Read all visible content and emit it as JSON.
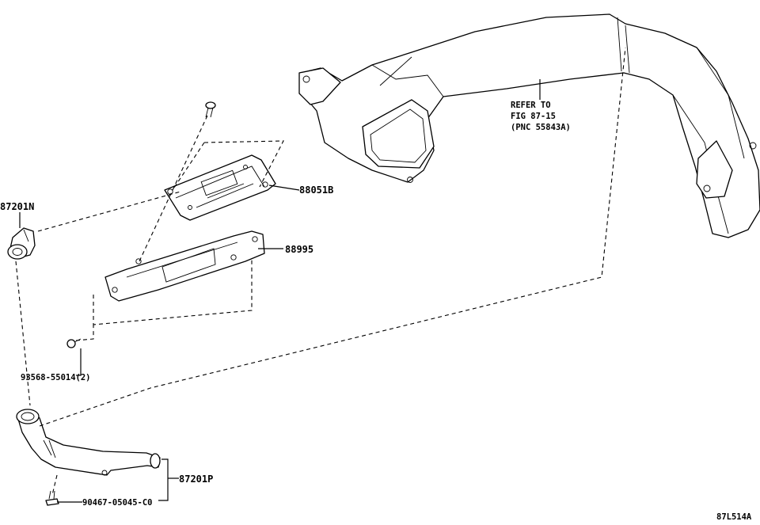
{
  "labels": {
    "p88051B": "88051B",
    "p88995": "88995",
    "p87201N": "87201N",
    "p87201P": "87201P",
    "p93568": "93568-55014(2)",
    "p90467": "90467-05045-C0",
    "refer_line1": "REFER TO",
    "refer_line2": "FIG 87-15",
    "refer_line3": "(PNC 55843A)",
    "figure_id": "87L514A"
  }
}
